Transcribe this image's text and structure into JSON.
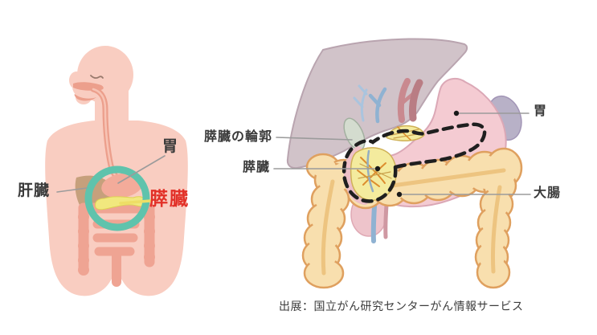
{
  "figure_left": {
    "labels": {
      "stomach": "胃",
      "liver": "肝臓",
      "pancreas": "膵臓"
    }
  },
  "figure_right": {
    "labels": {
      "pancreas_outline": "膵臓の輪郭",
      "pancreas": "膵臓",
      "stomach": "胃",
      "large_intestine": "大腸"
    }
  },
  "caption": "出展：国立がん研究センターがん情報サービス",
  "colors": {
    "body_skin": "#f9cdc1",
    "digestive_tract_salmon": "#efa493",
    "liver_left_tan": "#c6a07c",
    "highlight_ring": "#5fc3ac",
    "pancreas_yellow": "#f1e87e",
    "pancreas_label_red": "#e23128",
    "label_text": "#3a3a3a",
    "leader_gray": "#9b9b9b",
    "liver_right_mauve": "#d1c3c9",
    "stomach_pink": "#f4cbd2",
    "spleen_purple": "#b8b1c7",
    "colon_tan": "#f8dfae",
    "colon_outline": "#dfa05f",
    "pancreas_patch_yellow": "#f4eb9e",
    "pancreas_outline_dash": "#1f1f1f",
    "vessel_blue": "#8fb2d2",
    "vessel_red": "#c9898f",
    "gallbladder_green": "#d4dccf"
  }
}
